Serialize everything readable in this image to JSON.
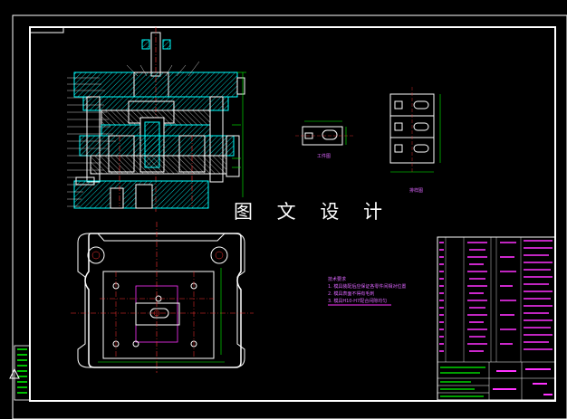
{
  "watermark": "图 文 设 计",
  "views": {
    "part_view_label": "工件图",
    "layout_view_label": "排样图"
  },
  "technical_requirements": {
    "title": "技术要求",
    "items": [
      "1. 模具装配后应保证各零件间相对位置",
      "2. 模具表面不得有毛刺",
      "3. 模具H10-H7配合间隙均匀"
    ]
  },
  "colors": {
    "background": "#000000",
    "frame": "#ffffff",
    "section": "#00ffff",
    "center_line": "#ff3333",
    "dimension": "#00ff00",
    "annotation": "#ff33ff",
    "part_line": "#ffff00"
  }
}
